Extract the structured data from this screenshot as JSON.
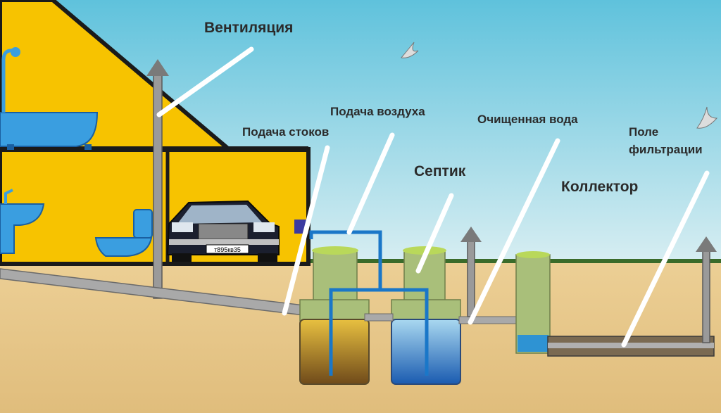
{
  "labels": {
    "ventilation": "Вентиляция",
    "air_supply": "Подача воздуха",
    "sewage_supply": "Подача стоков",
    "treated_water": "Очищенная вода",
    "septic": "Септик",
    "collector": "Коллектор",
    "filtration_field_line1": "Поле",
    "filtration_field_line2": "фильтрации"
  },
  "car_plate": "т895кв35",
  "colors": {
    "sky": "#8fd3e6",
    "ground": "#e7c98d",
    "house": "#f7c300",
    "outline": "#1a1a1a",
    "pipe": "#8a8a8a",
    "tank_top": "#a9bf7a",
    "tank_lid": "#b9d85a",
    "water": "#1a77c8",
    "fixture": "#3a9ee0",
    "pointer": "#ffffff"
  },
  "icons": [
    "bathtub-icon",
    "sink-icon",
    "toilet-icon",
    "car-icon",
    "bird-icon"
  ]
}
